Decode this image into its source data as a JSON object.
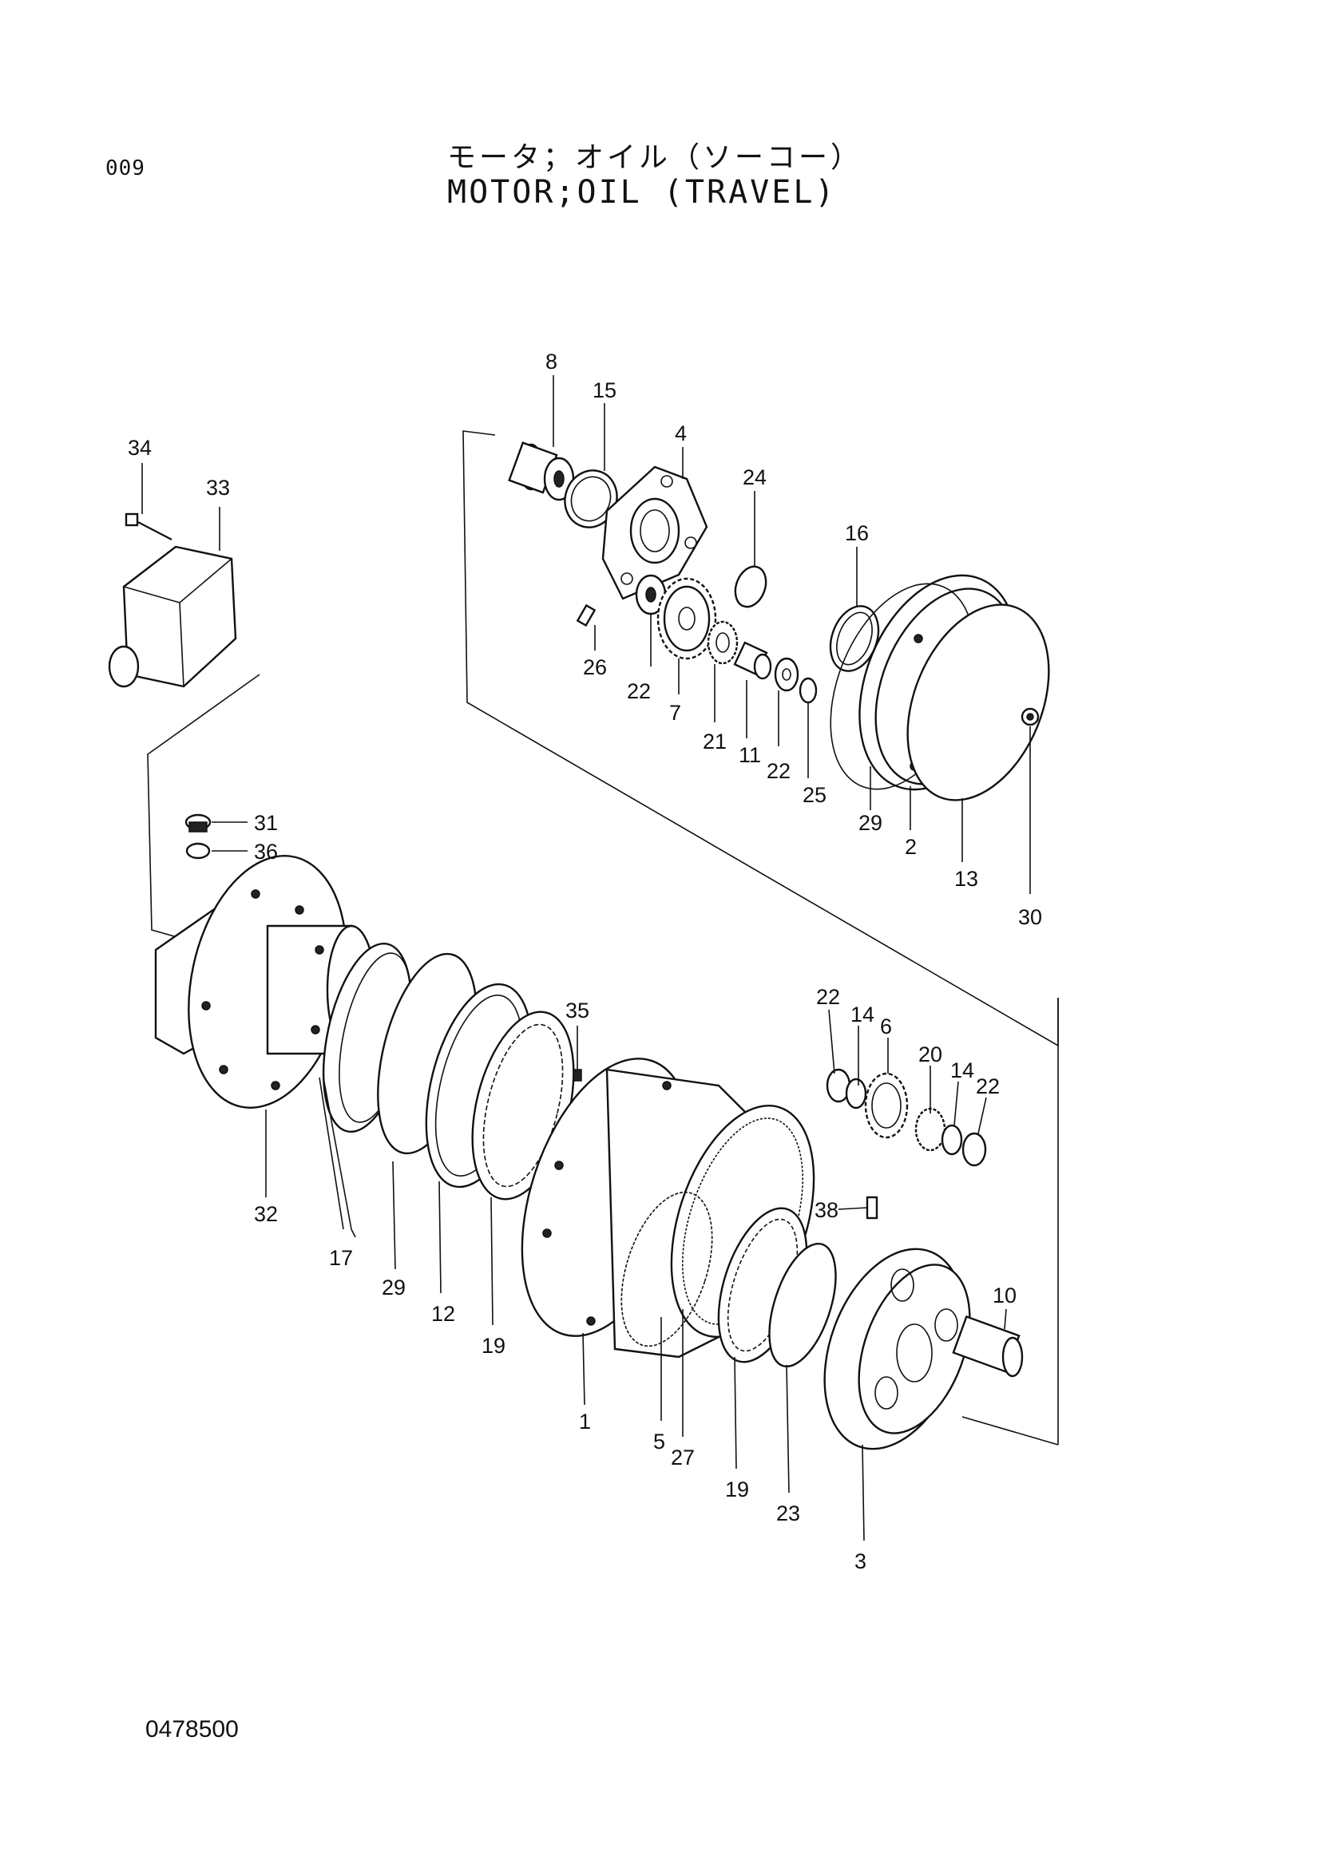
{
  "page": {
    "page_number": "009",
    "title_jp": "モータ；オイル（ソーコー）",
    "title_en": "MOTOR;OIL (TRAVEL)",
    "document_number": "0478500"
  },
  "callouts": {
    "c8": "8",
    "c15": "15",
    "c4": "4",
    "c24": "24",
    "c16": "16",
    "c34": "34",
    "c33": "33",
    "c26": "26",
    "c22a": "22",
    "c7": "7",
    "c21": "21",
    "c11": "11",
    "c22b": "22",
    "c25": "25",
    "c29a": "29",
    "c2": "2",
    "c13": "13",
    "c30": "30",
    "c31": "31",
    "c36": "36",
    "c35": "35",
    "c22c": "22",
    "c14a": "14",
    "c6": "6",
    "c20": "20",
    "c14b": "14",
    "c22d": "22",
    "c32": "32",
    "c17": "17",
    "c29b": "29",
    "c12": "12",
    "c19a": "19",
    "c1": "1",
    "c38": "38",
    "c10": "10",
    "c5": "5",
    "c27": "27",
    "c19b": "19",
    "c23": "23",
    "c3": "3"
  }
}
